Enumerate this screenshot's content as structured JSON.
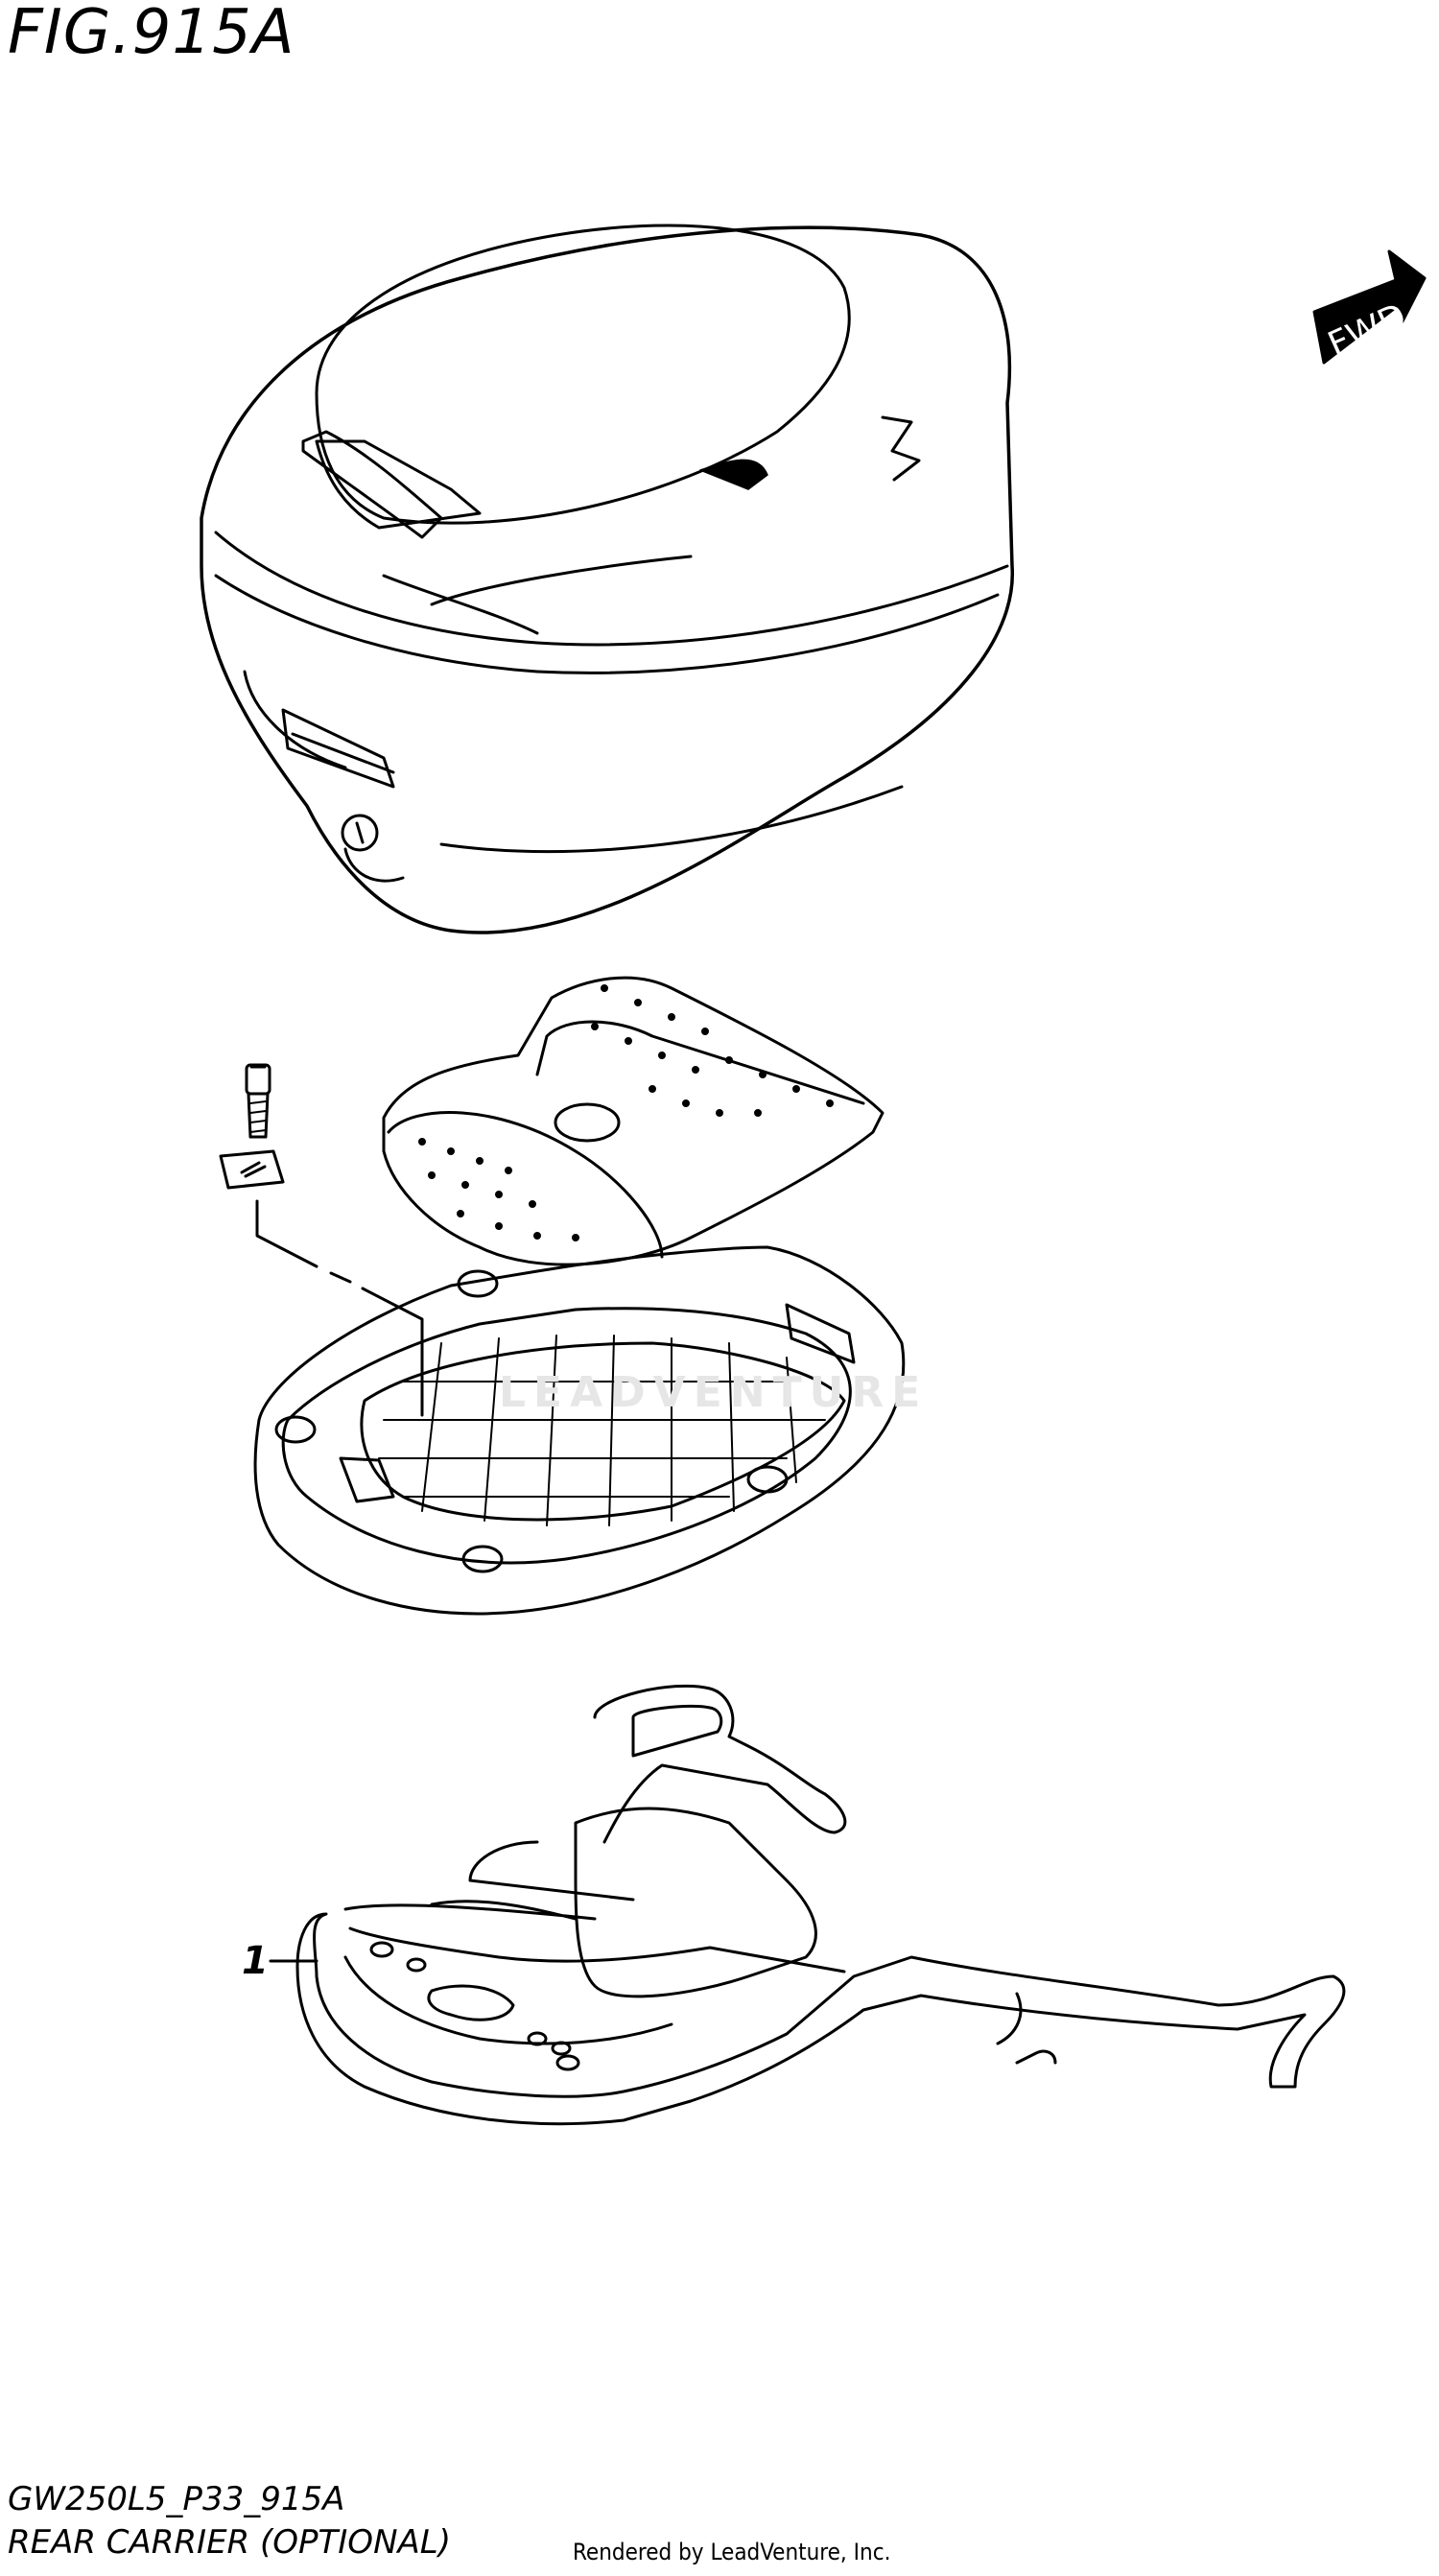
{
  "figure_title": "FIG.915A",
  "fwd_label": "FWD",
  "model_code": "GW250L5_P33_915A",
  "group_name": "REAR CARRIER (OPTIONAL)",
  "rendered_by": "Rendered by LeadVenture, Inc.",
  "watermark": "LEADVENTURE",
  "callouts": [
    {
      "ref": "1",
      "part": "rear-carrier"
    }
  ]
}
